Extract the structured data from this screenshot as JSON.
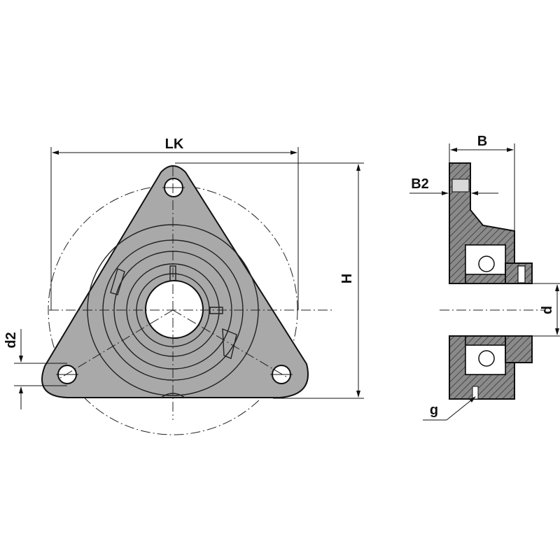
{
  "drawing": {
    "labels": {
      "lk": "LK",
      "h": "H",
      "d2": "d2",
      "b": "B",
      "b2": "B2",
      "d": "d",
      "g": "g"
    },
    "colors": {
      "body": "#a9a9a9",
      "section": "#8a8a8a",
      "line": "#111111",
      "background": "#ffffff"
    }
  }
}
